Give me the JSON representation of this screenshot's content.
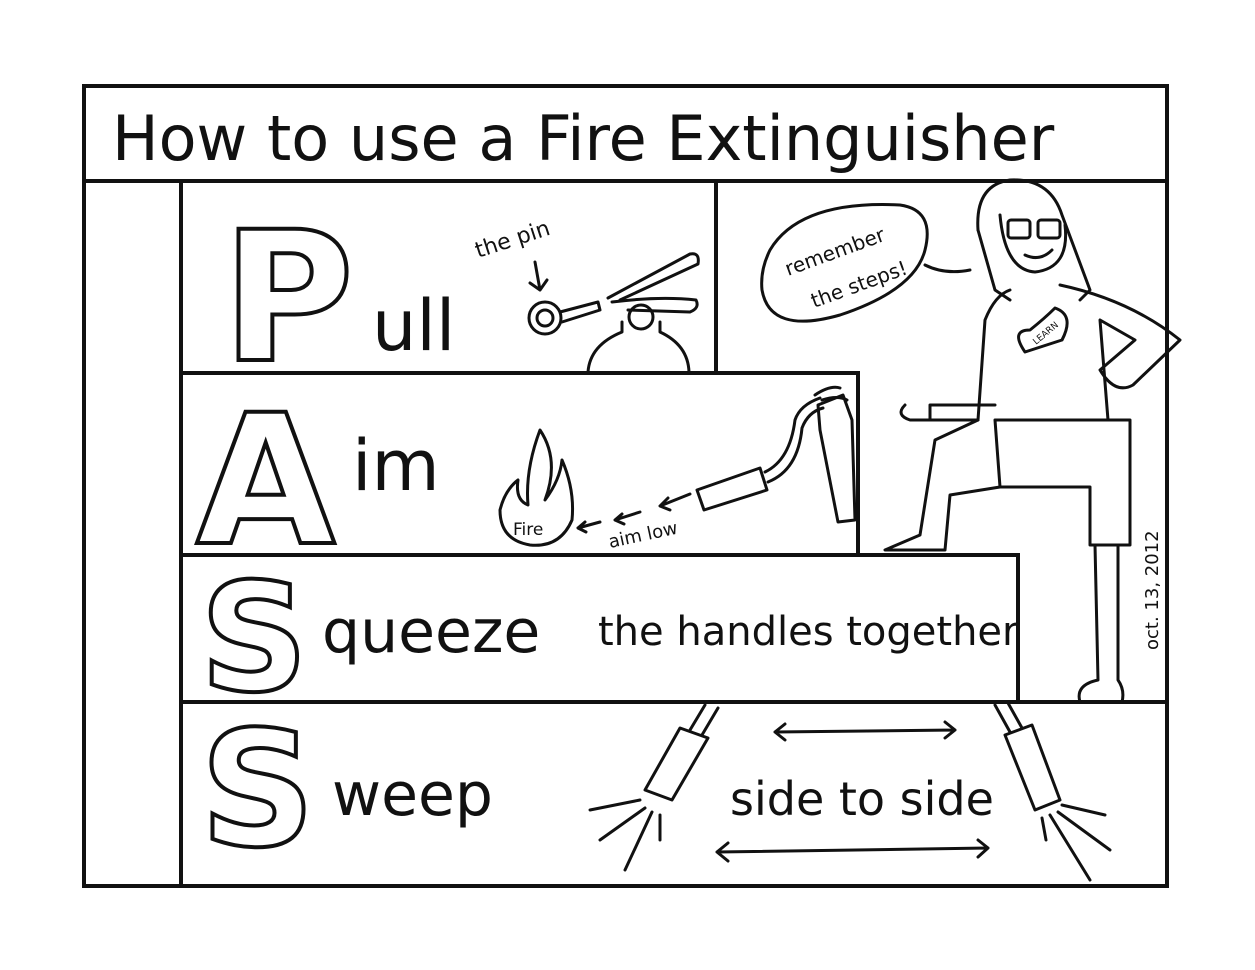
{
  "title": "How to use a Fire Extinguisher",
  "steps": [
    {
      "letter": "P",
      "rest": "ull",
      "notes": [
        "the pin"
      ]
    },
    {
      "letter": "A",
      "rest": "im",
      "notes": [
        "Fire",
        "aim low"
      ]
    },
    {
      "letter": "S",
      "rest": "queeze",
      "notes": [
        "the handles together"
      ]
    },
    {
      "letter": "S",
      "rest": "weep",
      "notes": [
        "side to side"
      ]
    }
  ],
  "character": {
    "speech": [
      "remember",
      "the steps!"
    ],
    "shirt_text": "LEARN"
  },
  "date": "oct. 13, 2012",
  "colors": {
    "ink": "#111111",
    "paper": "#ffffff"
  }
}
